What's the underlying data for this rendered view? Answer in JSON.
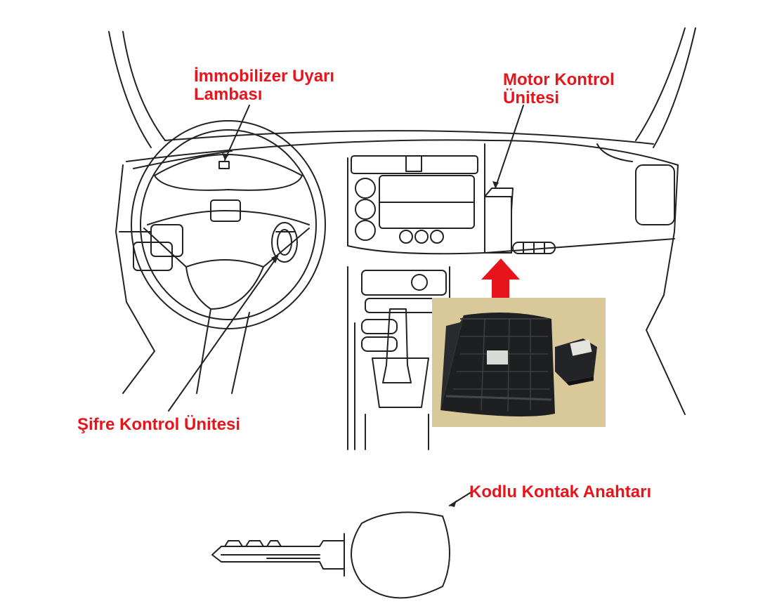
{
  "labels": {
    "immobilizer_line1": "İmmobilizer Uyarı",
    "immobilizer_line2": "Lambası",
    "motor_line1": "Motor Kontrol",
    "motor_line2": "Ünitesi",
    "sifre": "Şifre Kontrol Ünitesi",
    "kodlu": "Kodlu Kontak Anahtarı"
  },
  "colors": {
    "label": "#e8141b",
    "arrow": "#e8141b",
    "line_art": "#222222",
    "photo_background": "#d9c89a"
  }
}
